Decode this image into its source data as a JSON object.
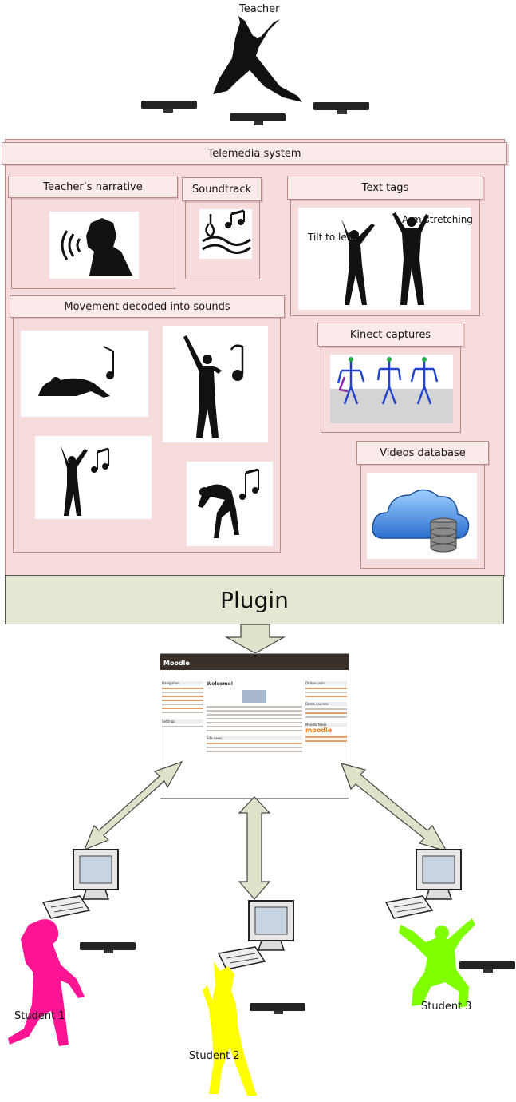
{
  "teacher": {
    "label": "Teacher"
  },
  "system": {
    "title": "Telemedia system",
    "narrative": {
      "title": "Teacher’s narrative"
    },
    "soundtrack": {
      "title": "Soundtrack"
    },
    "text_tags": {
      "title": "Text tags",
      "tag_left": "Tilt to left",
      "tag_right": "Arm stretching"
    },
    "movement": {
      "title": "Movement decoded into sounds"
    },
    "kinect": {
      "title": "Kinect captures"
    },
    "videos": {
      "title": "Videos database"
    }
  },
  "plugin": {
    "label": "Plugin"
  },
  "moodle": {
    "brand": "Moodle",
    "welcome": "Welcome!",
    "nav_title": "Navigation",
    "settings_title": "Settings",
    "news_title": "Site news",
    "online_users_title": "Online users",
    "demo_courses_title": "Demo courses",
    "moodle_news_title": "Moodle News",
    "logo_text": "moodle"
  },
  "students": [
    {
      "label": "Student 1",
      "color": "#ff1493"
    },
    {
      "label": "Student 2",
      "color": "#ffff00"
    },
    {
      "label": "Student 3",
      "color": "#80ff00"
    }
  ],
  "colors": {
    "panel": "#f6dcdc",
    "plugin": "#e4e8d2",
    "arrow": "#dde3c8"
  }
}
